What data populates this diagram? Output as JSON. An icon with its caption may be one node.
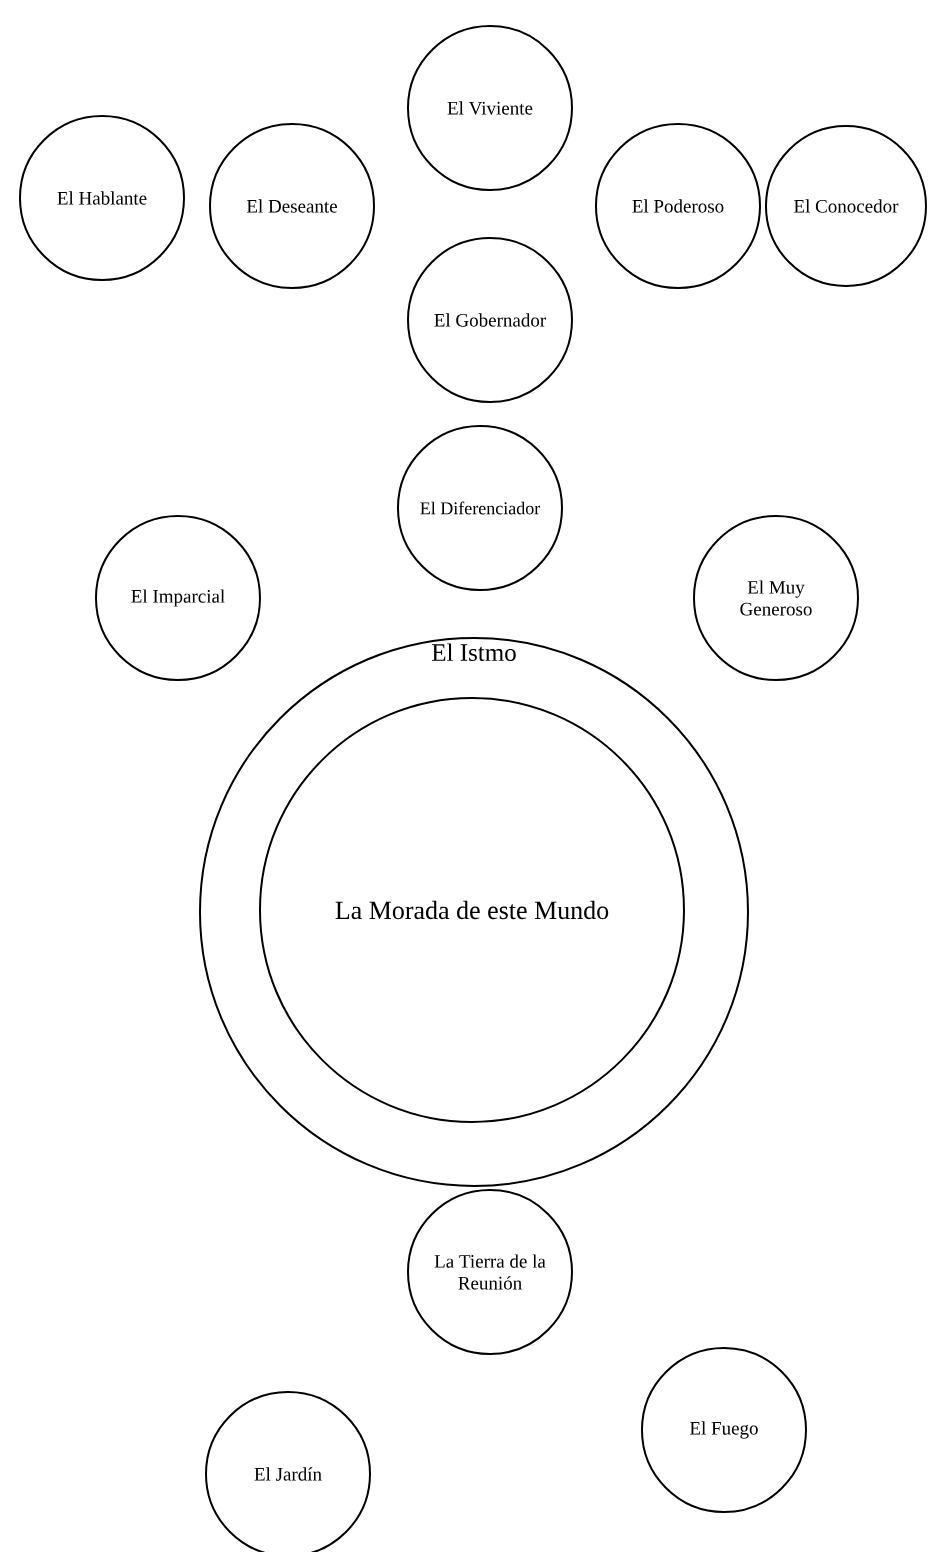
{
  "diagram": {
    "nodes": [
      {
        "text": [
          "El Viviente"
        ]
      },
      {
        "text": [
          "El Hablante"
        ]
      },
      {
        "text": [
          "El Deseante"
        ]
      },
      {
        "text": [
          "El Poderoso"
        ]
      },
      {
        "text": [
          "El Conocedor"
        ]
      },
      {
        "text": [
          "El Gobernador"
        ]
      },
      {
        "text": [
          "El Diferenciador"
        ]
      },
      {
        "text": [
          "El Imparcial"
        ]
      },
      {
        "text": [
          "El Muy Generoso"
        ]
      },
      {
        "text": [
          "El Istmo"
        ]
      },
      {
        "text": [
          "La Morada de este Mundo"
        ],
        "in": 9
      },
      {
        "text": [
          "La Tierra de la Reunión"
        ]
      },
      {
        "text": [
          "El Fuego"
        ]
      },
      {
        "text": [
          "El Jardín"
        ]
      }
    ]
  }
}
